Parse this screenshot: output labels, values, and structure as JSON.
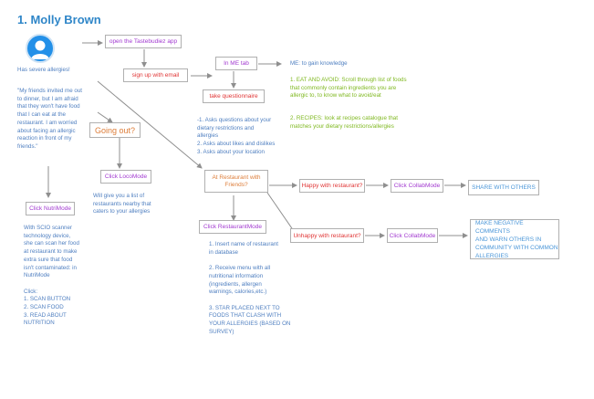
{
  "title": "1. Molly Brown",
  "persona": {
    "icon": "user-avatar-icon",
    "caption": "Has severe allergies!",
    "quote": [
      "\"My friends invited me out",
      "to dinner, but I am afraid",
      "that they won't have food",
      "that I can eat at the",
      "restaurant. I am worried",
      "about facing an allergic",
      "reaction in front of my",
      "friends.\""
    ]
  },
  "nodes": {
    "open_app": "open the Tastebudiez app",
    "sign_up": "sign up with email",
    "me_tab": "In ME tab",
    "questionnaire": "take questionnaire",
    "going_out": "Going out?",
    "locomode": "Click LocoMode",
    "nutrimode": "Click NutriMode",
    "at_restaurant": [
      "At Restaurant with",
      "Friends?"
    ],
    "happy": "Happy with restaurant?",
    "unhappy": "Unhappy with restaurant?",
    "collab_happy": "Click CollabMode",
    "collab_unhappy": "Click CollabMode",
    "share": "SHARE WITH OTHERS",
    "negative": [
      "MAKE NEGATIVE COMMENTS",
      "AND WARN OTHERS IN",
      "COMMUNITY WITH COMMON",
      "ALLERGIES"
    ],
    "restaurantmode": "Click RestaurantMode"
  },
  "notes": {
    "me_goal": "ME: to gain knowledge",
    "eat_avoid": [
      "1. EAT AND AVOID: Scroll through list of foods",
      "that commonly contain ingredients you are",
      "allergic to, to know what to avoid/eat"
    ],
    "recipes": [
      "2. RECIPES: look at recipes catalogue that",
      "matches your dietary restrictions/allergies"
    ],
    "questionnaire_desc": [
      "-1. Asks questions about your",
      "dietary restrictions and",
      "allergies",
      "2. Asks about likes and dislikes",
      "3. Asks about your location"
    ],
    "locomode_desc": [
      "Will give you a list of",
      "restaurants nearby that",
      "caters to your allergies"
    ],
    "nutrimode_desc": [
      "With SCIO scanner",
      "technology device,",
      "she can scan her food",
      "at restaurant to make",
      "extra sure that food",
      "isn't contaminated: in",
      "NutriMode",
      "",
      "Click:",
      "1. SCAN BUTTON",
      "2. SCAN FOOD",
      "3. READ ABOUT",
      "NUTRITION"
    ],
    "restaurant_steps": [
      "1. Insert name of restaurant",
      "in database",
      "",
      "2. Receive menu with all",
      "nutritional information",
      "(ingredients, allergen",
      "warnings, calories,etc.)",
      "",
      "3. STAR PLACED NEXT TO",
      "FOODS THAT CLASH WITH",
      "YOUR ALLERGIES (BASED ON",
      "SURVEY)"
    ]
  },
  "colors": {
    "title": "#2f86c8",
    "avatar": "#2390e8",
    "purple": "#a23ad0",
    "red": "#e03535",
    "orange": "#dd7d39",
    "blue": "#4f7fc0",
    "green": "#7fb820",
    "arrow": "#8f8f8f"
  }
}
